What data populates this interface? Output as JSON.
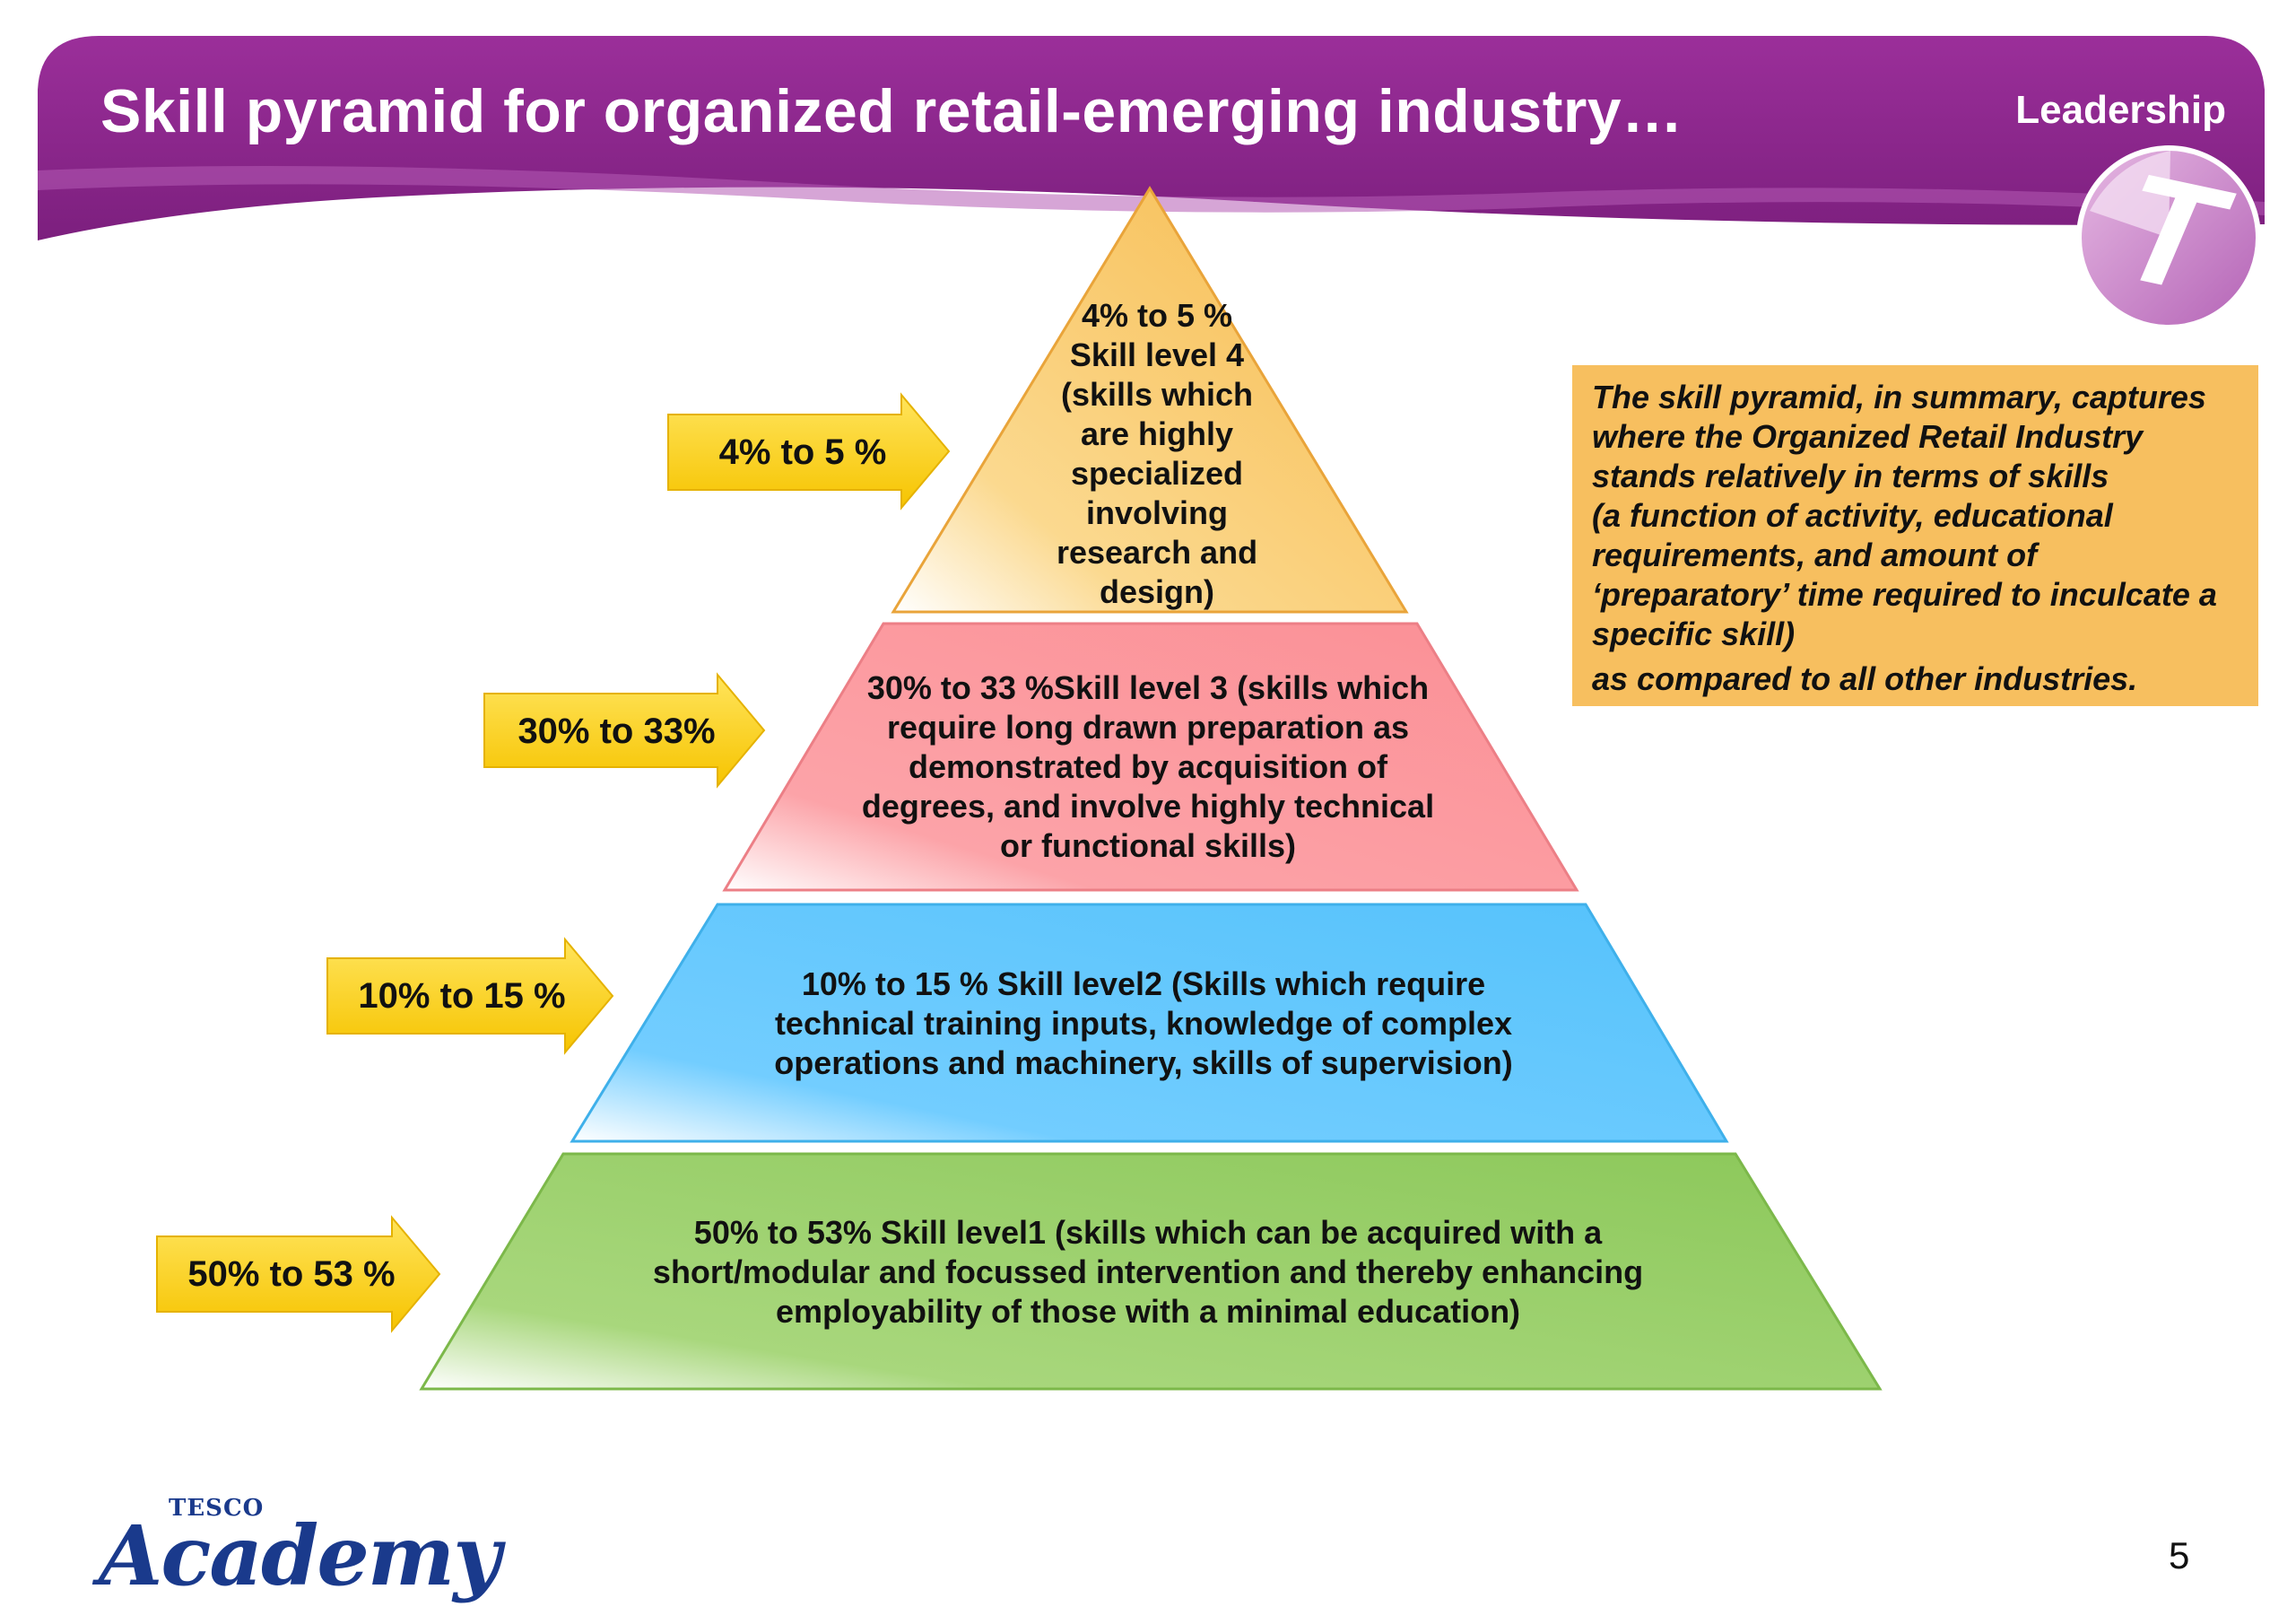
{
  "header": {
    "title": "Skill pyramid for organized retail-emerging industry…",
    "section_label": "Leadership",
    "badge_letter": "T"
  },
  "pyramid": {
    "levels": [
      {
        "arrow_label": "4% to 5 %",
        "lines": [
          "4% to 5 %",
          "Skill level 4",
          "(skills which",
          "are highly",
          "specialized",
          "involving",
          "research and",
          "design)"
        ],
        "color": "#f9c867"
      },
      {
        "arrow_label": "30% to 33%",
        "lines": [
          "30% to 33 %Skill level 3 (skills which",
          "require long drawn preparation as",
          "demonstrated by acquisition of",
          "degrees, and involve highly technical",
          "or functional skills)"
        ],
        "color": "#fc9a9f"
      },
      {
        "arrow_label": "10% to 15 %",
        "lines": [
          "10% to 15 % Skill level2 (Skills which require",
          "technical training inputs, knowledge of complex",
          "operations and machinery, skills of supervision)"
        ],
        "color": "#62c8ff"
      },
      {
        "arrow_label": "50% to 53 %",
        "lines": [
          "50% to 53% Skill level1 (skills which can be acquired with a",
          "short/modular and focussed intervention and thereby enhancing",
          "employability of those with a minimal education)"
        ],
        "color": "#9bd06a"
      }
    ],
    "arrow_color": "#ffd21a"
  },
  "summary": {
    "lines": [
      "The skill pyramid, in summary, captures",
      "where the Organized Retail Industry",
      "stands relatively in terms of skills",
      "(a function of activity, educational",
      "requirements, and amount of",
      "‘preparatory’ time required to inculcate a",
      "specific skill)",
      "as compared to all other industries."
    ],
    "color": "#f7bf5f"
  },
  "footer": {
    "logo_top": "TESCO",
    "logo_main": "Academy",
    "page_number": "5"
  },
  "colors": {
    "brand_purple": "#8e2a8e",
    "logo_blue": "#1a3a8c"
  }
}
